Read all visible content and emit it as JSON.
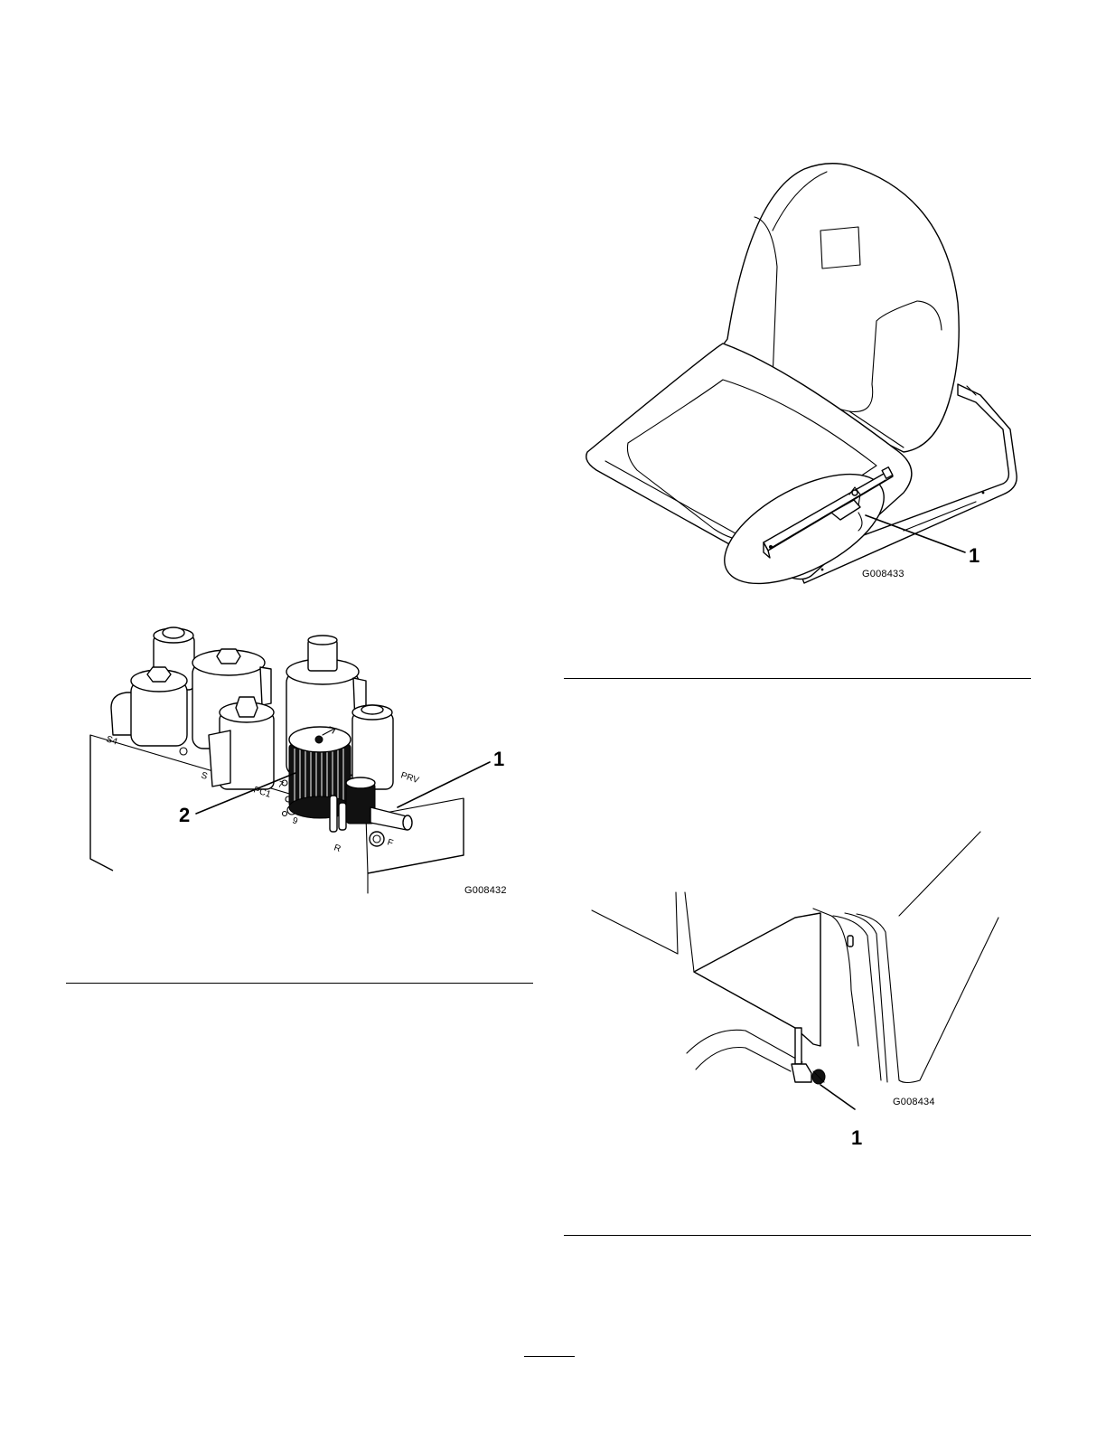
{
  "figures": {
    "seat": {
      "callout": "1",
      "code": "G008433"
    },
    "manifold": {
      "callout_1": "1",
      "callout_2": "2",
      "code": "G008432",
      "port_labels": [
        "S4",
        "S",
        "PC1",
        "7",
        "9",
        "PRV",
        "R",
        "F"
      ]
    },
    "drain": {
      "callout": "1",
      "code": "G008434"
    }
  }
}
